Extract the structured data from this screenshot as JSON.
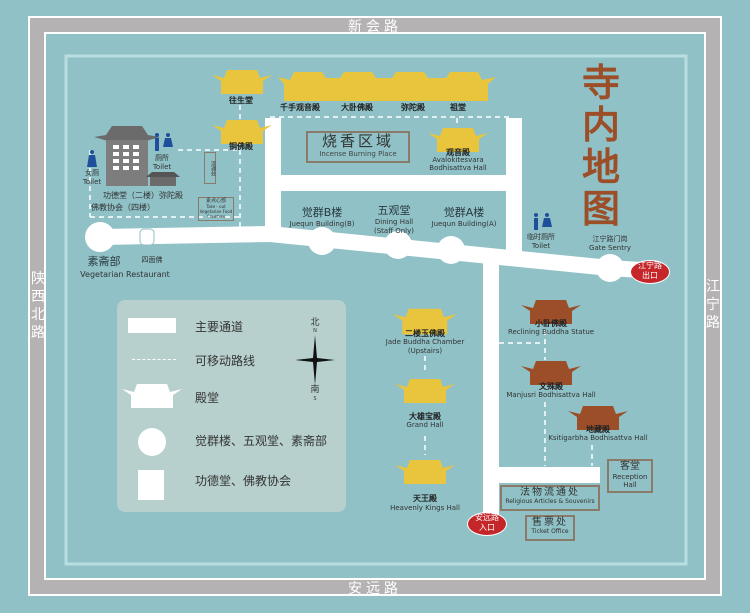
{
  "map_title": "寺内地图",
  "roads": {
    "north": "新会路",
    "south": "安远路",
    "west": "陕西北路",
    "east": "江宁路"
  },
  "halls": {
    "wangsheng": "往生堂",
    "tongfo": "铜佛殿",
    "qianshou": "千手观音殿",
    "dawo": "大卧佛殿",
    "mituo": "弥陀殿",
    "zutang": "祖堂",
    "guanyin_cn": "观音殿",
    "guanyin_en": "Avalokitesvara Bodhisattva Hall",
    "yufo_cn": "二楼玉佛殿",
    "yufo_en1": "Jade Buddha Chamber",
    "yufo_en2": "(Upstairs)",
    "daxiong_cn": "大雄宝殿",
    "daxiong_en": "Grand Hall",
    "tianwang_cn": "天王殿",
    "tianwang_en": "Heavenly Kings Hall",
    "xiaowo_cn": "小卧佛殿",
    "xiaowo_en": "Reclining Buddha Statue",
    "wenshu_cn": "文殊殿",
    "wenshu_en": "Manjusri Bodhisattva Hall",
    "dizang_cn": "地藏殿",
    "dizang_en": "Ksitigarbha Bodhisattva Hall"
  },
  "places": {
    "incense_cn": "烧香区域",
    "incense_en": "Incense Burning Place",
    "juequn_b_cn": "觉群B楼",
    "juequn_b_en": "Juequn Building(B)",
    "wuguan_cn": "五观堂",
    "wuguan_en1": "Dining Hall",
    "wuguan_en2": "(Staff Only)",
    "juequn_a_cn": "觉群A楼",
    "juequn_a_en": "Juequn Building(A)",
    "veg_cn": "素斋部",
    "veg_en": "Vegetarian Restaurant",
    "simian": "四面佛",
    "gongde": "功德堂（二楼）弥陀殿",
    "fojiao": "佛教协会（四楼）",
    "women_toilet_cn": "女厕",
    "women_toilet_en": "Toilet",
    "toilet_cn": "厕所",
    "toilet_en": "Toilet",
    "temp_toilet_cn": "临时厕所",
    "temp_toilet_en": "Toilet",
    "liutong_small": "流通处",
    "snack_cn": "素点心部",
    "snack_en": "Take - out Vegetarian Food Counters",
    "gate_cn": "江宁路门岗",
    "gate_en": "Gate Sentry",
    "exit_1": "江宁路",
    "exit_2": "出口",
    "entrance_1": "安远路",
    "entrance_2": "入口",
    "reception_cn": "客堂",
    "reception_en1": "Reception",
    "reception_en2": "Hall",
    "articles_cn": "法物流通处",
    "articles_en": "Religious Articles & Souvenirs",
    "ticket_cn": "售票处",
    "ticket_en": "Ticket Office"
  },
  "legend": {
    "main_road": "主要通道",
    "movable_route": "可移动路线",
    "hall": "殿堂",
    "buildings": "觉群楼、五观堂、素斋部",
    "gongde": "功德堂、佛教协会",
    "north_cn": "北",
    "north_en": "N",
    "south_cn": "南",
    "south_en": "S"
  },
  "colors": {
    "background": "#8fc1c6",
    "band": "#b4b2b2",
    "hall_yellow": "#e8c53c",
    "hall_brown": "#9b4e28",
    "exit_red": "#c4262a"
  }
}
